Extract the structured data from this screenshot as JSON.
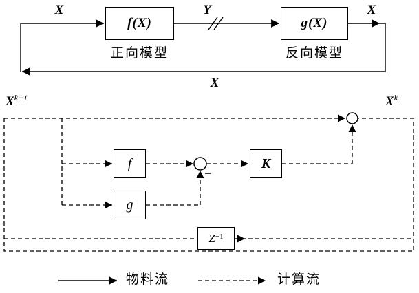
{
  "top_diagram": {
    "input_label": "X",
    "signal_y_label": "Y",
    "output_label": "X",
    "feedback_label": "X",
    "forward_box": {
      "label": "f(X)",
      "caption": "正向模型"
    },
    "inverse_box": {
      "label": "g(X)",
      "caption": "反向模型"
    }
  },
  "iteration_diagram": {
    "prev_state": {
      "base": "X",
      "sup": "k−1"
    },
    "next_state": {
      "base": "X",
      "sup": "k"
    },
    "f_label": "f",
    "g_label": "g",
    "gain_label": "K",
    "delay": {
      "base": "Z",
      "sup": "−1"
    },
    "minus": "−"
  },
  "legend": {
    "solid": "物料流",
    "dashed": "计算流"
  }
}
